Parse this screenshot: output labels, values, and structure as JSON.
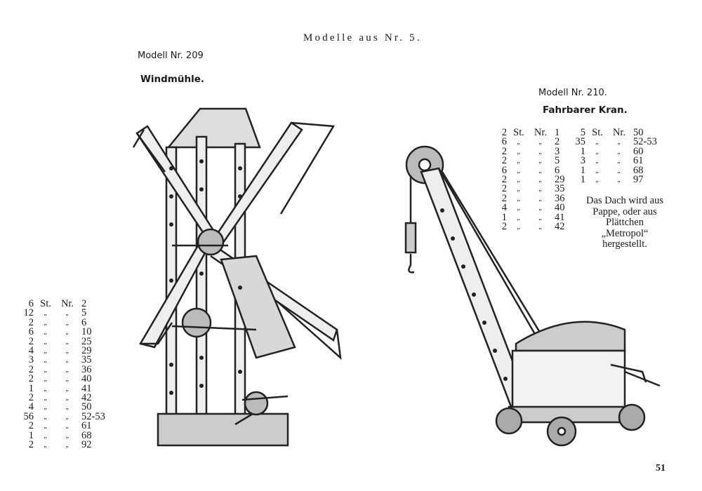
{
  "header": "Modelle aus Nr. 5.",
  "model_209": {
    "label": "Modell Nr. 209",
    "title": "Windmühle.",
    "parts": [
      {
        "qty": "6",
        "st": "St.",
        "nr": "Nr.",
        "no": "2"
      },
      {
        "qty": "12",
        "st": "„",
        "nr": "„",
        "no": "5"
      },
      {
        "qty": "2",
        "st": "„",
        "nr": "„",
        "no": "6"
      },
      {
        "qty": "6",
        "st": "„",
        "nr": "„",
        "no": "10"
      },
      {
        "qty": "2",
        "st": "„",
        "nr": "„",
        "no": "25"
      },
      {
        "qty": "4",
        "st": "„",
        "nr": "„",
        "no": "29"
      },
      {
        "qty": "3",
        "st": "„",
        "nr": "„",
        "no": "35"
      },
      {
        "qty": "2",
        "st": "„",
        "nr": "„",
        "no": "36"
      },
      {
        "qty": "2",
        "st": "„",
        "nr": "„",
        "no": "40"
      },
      {
        "qty": "1",
        "st": "„",
        "nr": "„",
        "no": "41"
      },
      {
        "qty": "2",
        "st": "„",
        "nr": "„",
        "no": "42"
      },
      {
        "qty": "4",
        "st": "„",
        "nr": "„",
        "no": "50"
      },
      {
        "qty": "56",
        "st": "„",
        "nr": "„",
        "no": "52-53"
      },
      {
        "qty": "2",
        "st": "„",
        "nr": "„",
        "no": "61"
      },
      {
        "qty": "1",
        "st": "„",
        "nr": "„",
        "no": "68"
      },
      {
        "qty": "2",
        "st": "„",
        "nr": "„",
        "no": "92"
      }
    ]
  },
  "model_210": {
    "label": "Modell Nr. 210.",
    "title": "Fahrbarer Kran.",
    "parts_col1": [
      {
        "qty": "2",
        "st": "St.",
        "nr": "Nr.",
        "no": "1"
      },
      {
        "qty": "6",
        "st": "„",
        "nr": "„",
        "no": "2"
      },
      {
        "qty": "2",
        "st": "„",
        "nr": "„",
        "no": "3"
      },
      {
        "qty": "2",
        "st": "„",
        "nr": "„",
        "no": "5"
      },
      {
        "qty": "6",
        "st": "„",
        "nr": "„",
        "no": "6"
      },
      {
        "qty": "2",
        "st": "„",
        "nr": "„",
        "no": "29"
      },
      {
        "qty": "2",
        "st": "„",
        "nr": "„",
        "no": "35"
      },
      {
        "qty": "2",
        "st": "„",
        "nr": "„",
        "no": "36"
      },
      {
        "qty": "4",
        "st": "„",
        "nr": "„",
        "no": "40"
      },
      {
        "qty": "1",
        "st": "„",
        "nr": "„",
        "no": "41"
      },
      {
        "qty": "2",
        "st": "„",
        "nr": "„",
        "no": "42"
      }
    ],
    "parts_col2": [
      {
        "qty": "5",
        "st": "St.",
        "nr": "Nr.",
        "no": "50"
      },
      {
        "qty": "35",
        "st": "„",
        "nr": "„",
        "no": "52-53"
      },
      {
        "qty": "1",
        "st": "„",
        "nr": "„",
        "no": "60"
      },
      {
        "qty": "3",
        "st": "„",
        "nr": "„",
        "no": "61"
      },
      {
        "qty": "1",
        "st": "„",
        "nr": "„",
        "no": "68"
      },
      {
        "qty": "1",
        "st": "„",
        "nr": "„",
        "no": "97"
      }
    ],
    "note": [
      "Das Dach wird aus",
      "Pappe, oder aus",
      "Plättchen",
      "„Metropol“",
      "hergestellt."
    ]
  },
  "page_number": "51"
}
